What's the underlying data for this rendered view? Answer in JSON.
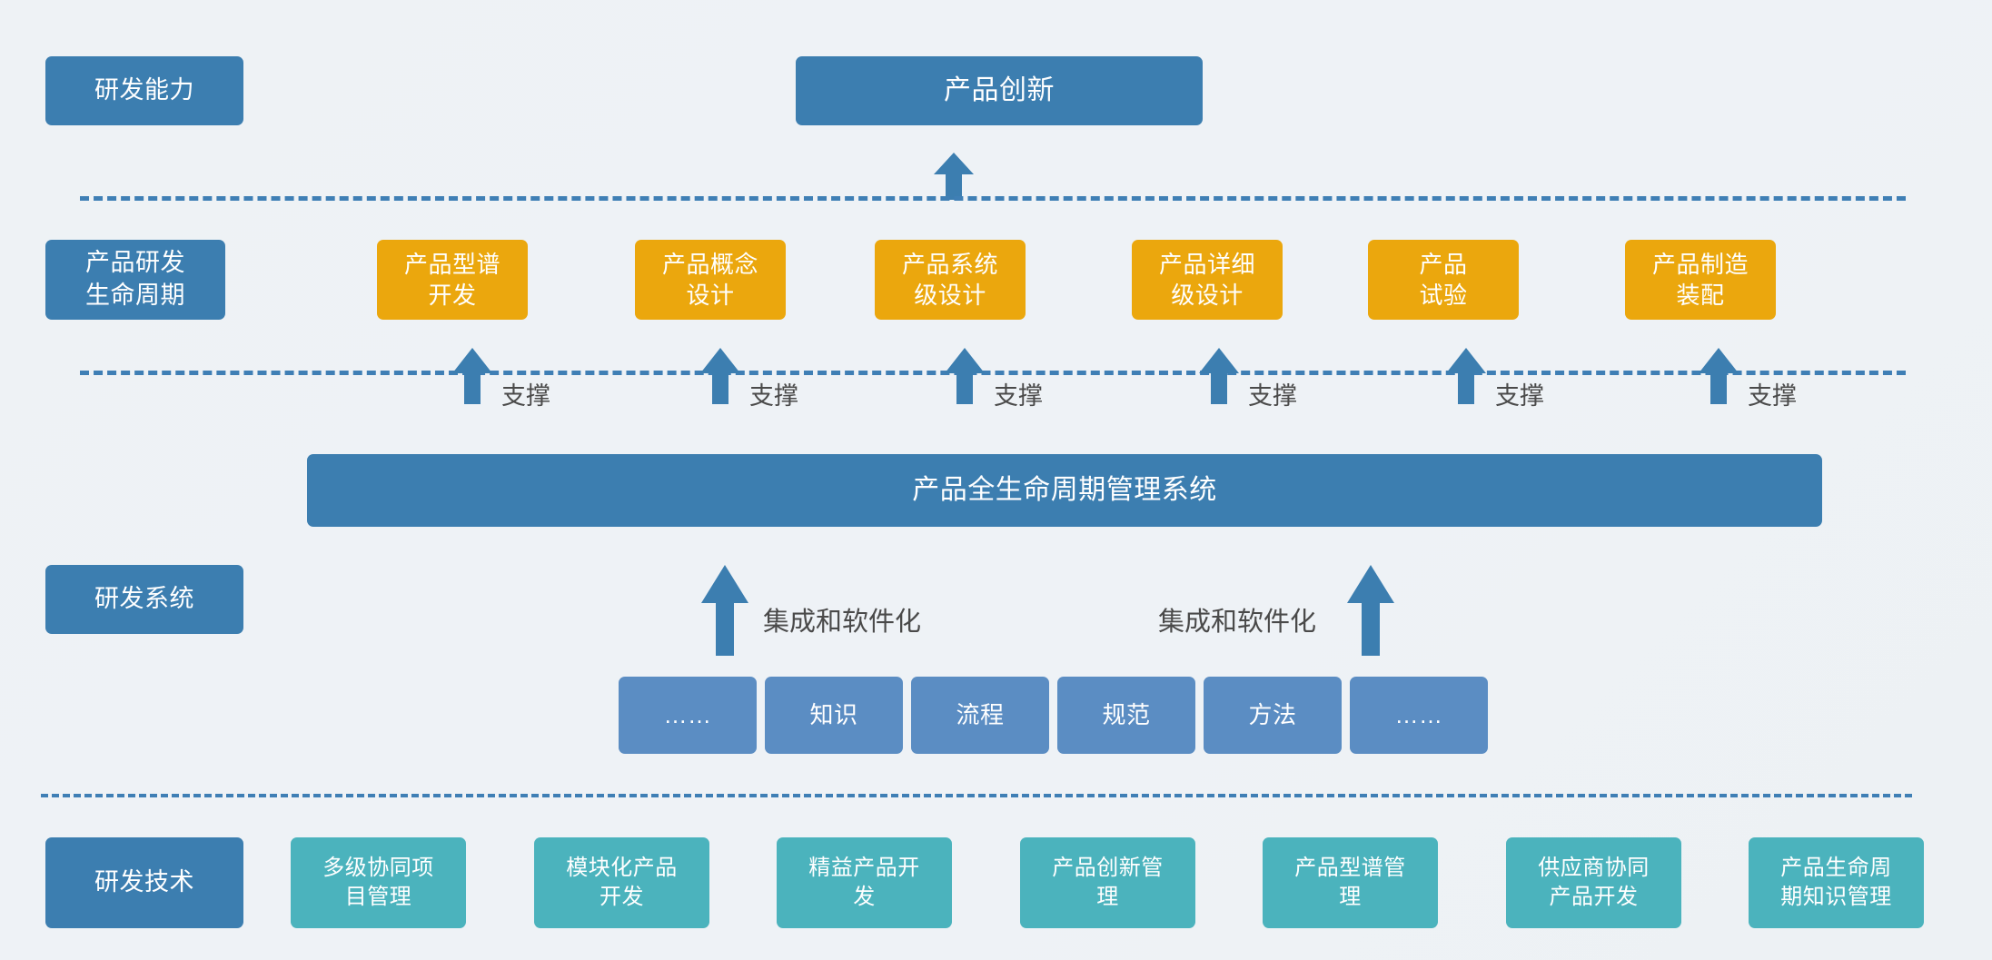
{
  "theme": {
    "background": "#eef2f5",
    "blue": "#3c7eb0",
    "orange": "#eba70d",
    "light_blue": "#5b8dc3",
    "teal": "#4bb3bd",
    "dash_color": "#3f7fb5",
    "label_text": "#4a4a4a"
  },
  "row_labels": {
    "capability": "研发能力",
    "lifecycle": "产品研发\n生命周期",
    "system": "研发系统",
    "technology": "研发技术"
  },
  "headline": {
    "product_innovation": "产品创新"
  },
  "lifecycle_stages": [
    {
      "label": "产品型谱\n开发"
    },
    {
      "label": "产品概念\n设计"
    },
    {
      "label": "产品系统\n级设计"
    },
    {
      "label": "产品详细\n级设计"
    },
    {
      "label": "产品\n试验"
    },
    {
      "label": "产品制造\n装配"
    }
  ],
  "support_label": "支撑",
  "plm": {
    "title": "产品全生命周期管理系统"
  },
  "integration_label": "集成和软件化",
  "assets": [
    {
      "label": "……"
    },
    {
      "label": "知识"
    },
    {
      "label": "流程"
    },
    {
      "label": "规范"
    },
    {
      "label": "方法"
    },
    {
      "label": "……"
    }
  ],
  "technologies": [
    {
      "label": "多级协同项\n目管理"
    },
    {
      "label": "模块化产品\n开发"
    },
    {
      "label": "精益产品开\n发"
    },
    {
      "label": "产品创新管\n理"
    },
    {
      "label": "产品型谱管\n理"
    },
    {
      "label": "供应商协同\n产品开发"
    },
    {
      "label": "产品生命周\n期知识管理"
    }
  ],
  "icons": {
    "support_arrow": "arrow-up-icon",
    "innovation_arrow": "arrow-up-icon",
    "integration_arrow": "arrow-up-icon"
  }
}
